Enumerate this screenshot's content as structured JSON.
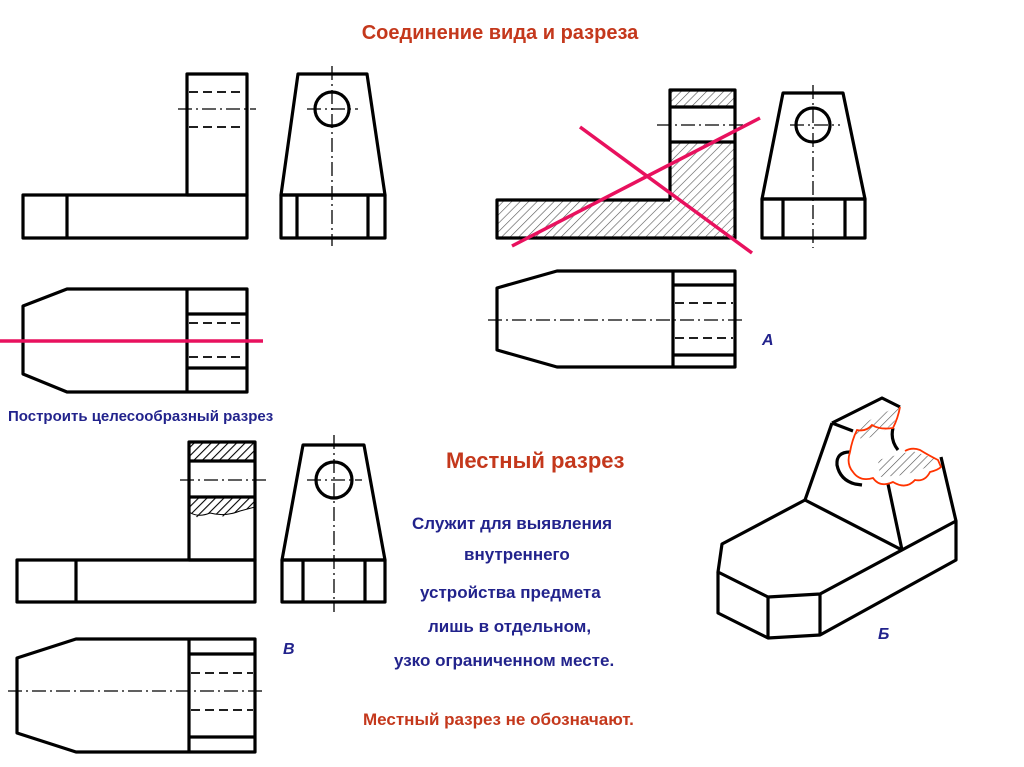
{
  "title": "Соединение вида и разреза",
  "task_label": "Построить целесообразный разрез",
  "section_heading": "Местный разрез",
  "description_lines": [
    "Служит для выявления",
    "внутреннего",
    "устройства предмета",
    "лишь в отдельном,",
    "узко ограниченном месте."
  ],
  "note": "Местный разрез не обозначают.",
  "labels": {
    "a": "А",
    "b": "Б",
    "v": "В"
  },
  "colors": {
    "title": "#c4381c",
    "text": "#22238c",
    "cut_line": "#e8115e",
    "break_line": "#ff3300"
  }
}
